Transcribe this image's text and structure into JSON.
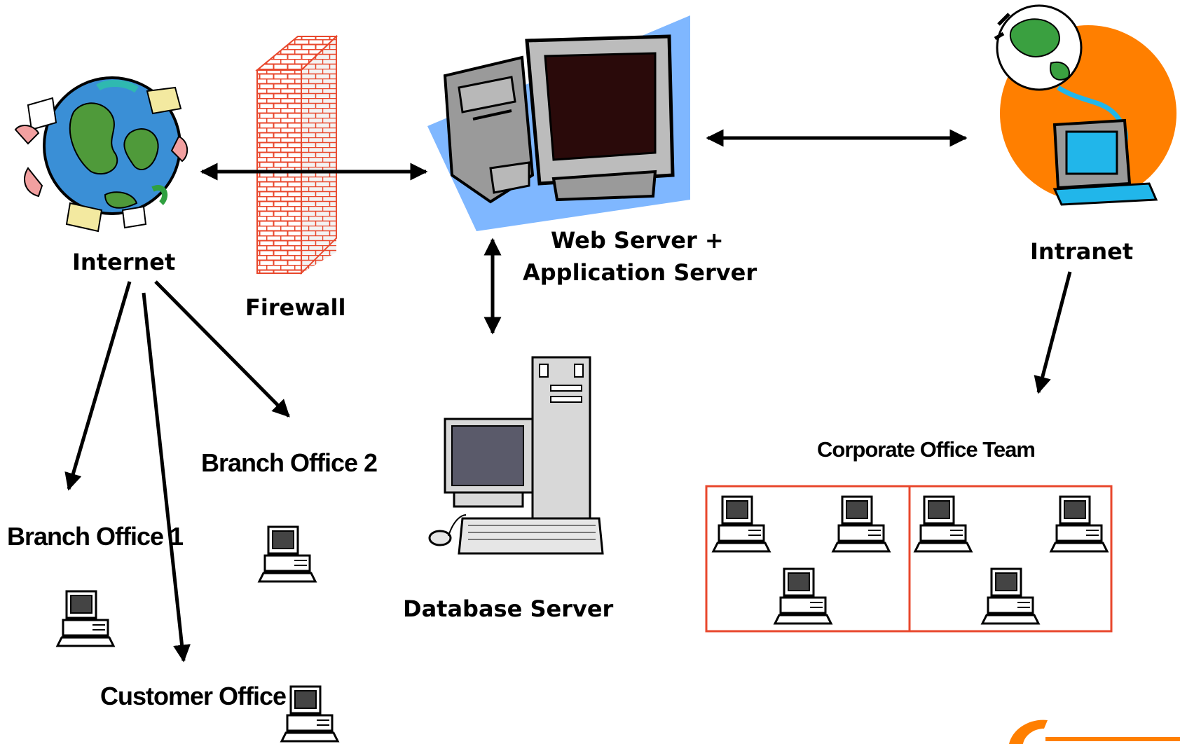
{
  "labels": {
    "internet": "Internet",
    "firewall": "Firewall",
    "web_server_line1": "Web Server +",
    "web_server_line2": "Application Server",
    "intranet": "Intranet",
    "database_server": "Database Server",
    "branch_office_1": "Branch Office 1",
    "branch_office_2": "Branch Office 2",
    "customer_office": "Customer Office",
    "corporate_office_team": "Corporate Office Team"
  },
  "colors": {
    "line": "#000000",
    "brick": "#e8472c",
    "server_bg": "#7fb7ff",
    "intranet_bg": "#ff7f00",
    "globe_blue": "#3a8fd6",
    "globe_green": "#4f9a3a",
    "team_box": "#e8472c",
    "monitor_screen": "#444444",
    "intranet_screen": "#21b6ea"
  },
  "icons": {
    "internet": "globe-with-hands-icon",
    "firewall": "brick-wall-icon",
    "web_server": "server-computer-icon",
    "intranet": "globe-plugged-computer-icon",
    "database": "desktop-tower-icon",
    "workstation": "workstation-icon"
  }
}
